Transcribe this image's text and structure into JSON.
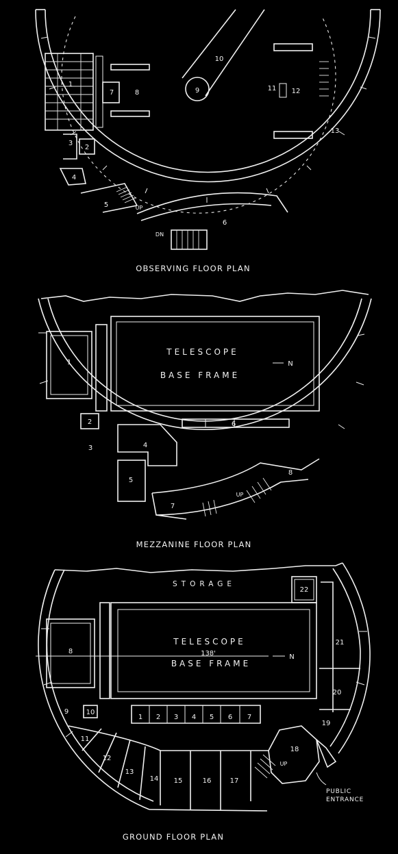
{
  "observing": {
    "caption": "OBSERVING FLOOR PLAN",
    "rooms": [
      "1",
      "2",
      "3",
      "4",
      "5",
      "6",
      "7",
      "8",
      "9",
      "10",
      "11",
      "12",
      "13"
    ],
    "up": "UP",
    "dn": "DN"
  },
  "mezzanine": {
    "caption": "MEZZANINE FLOOR PLAN",
    "telescope_line1": "TELESCOPE",
    "telescope_line2": "BASE FRAME",
    "north": "N",
    "rooms": [
      "1",
      "2",
      "3",
      "4",
      "5",
      "6",
      "7",
      "8"
    ],
    "up": "UP"
  },
  "ground": {
    "caption": "GROUND FLOOR PLAN",
    "storage": "STORAGE",
    "telescope_line1": "TELESCOPE",
    "telescope_line2": "BASE FRAME",
    "dimension": "138'",
    "north": "N",
    "rooms": [
      "1",
      "2",
      "3",
      "4",
      "5",
      "6",
      "7",
      "8",
      "9",
      "10",
      "11",
      "12",
      "13",
      "14",
      "15",
      "16",
      "17",
      "18",
      "19",
      "20",
      "21",
      "22"
    ],
    "up": "UP",
    "entrance_line1": "PUBLIC",
    "entrance_line2": "ENTRANCE"
  }
}
